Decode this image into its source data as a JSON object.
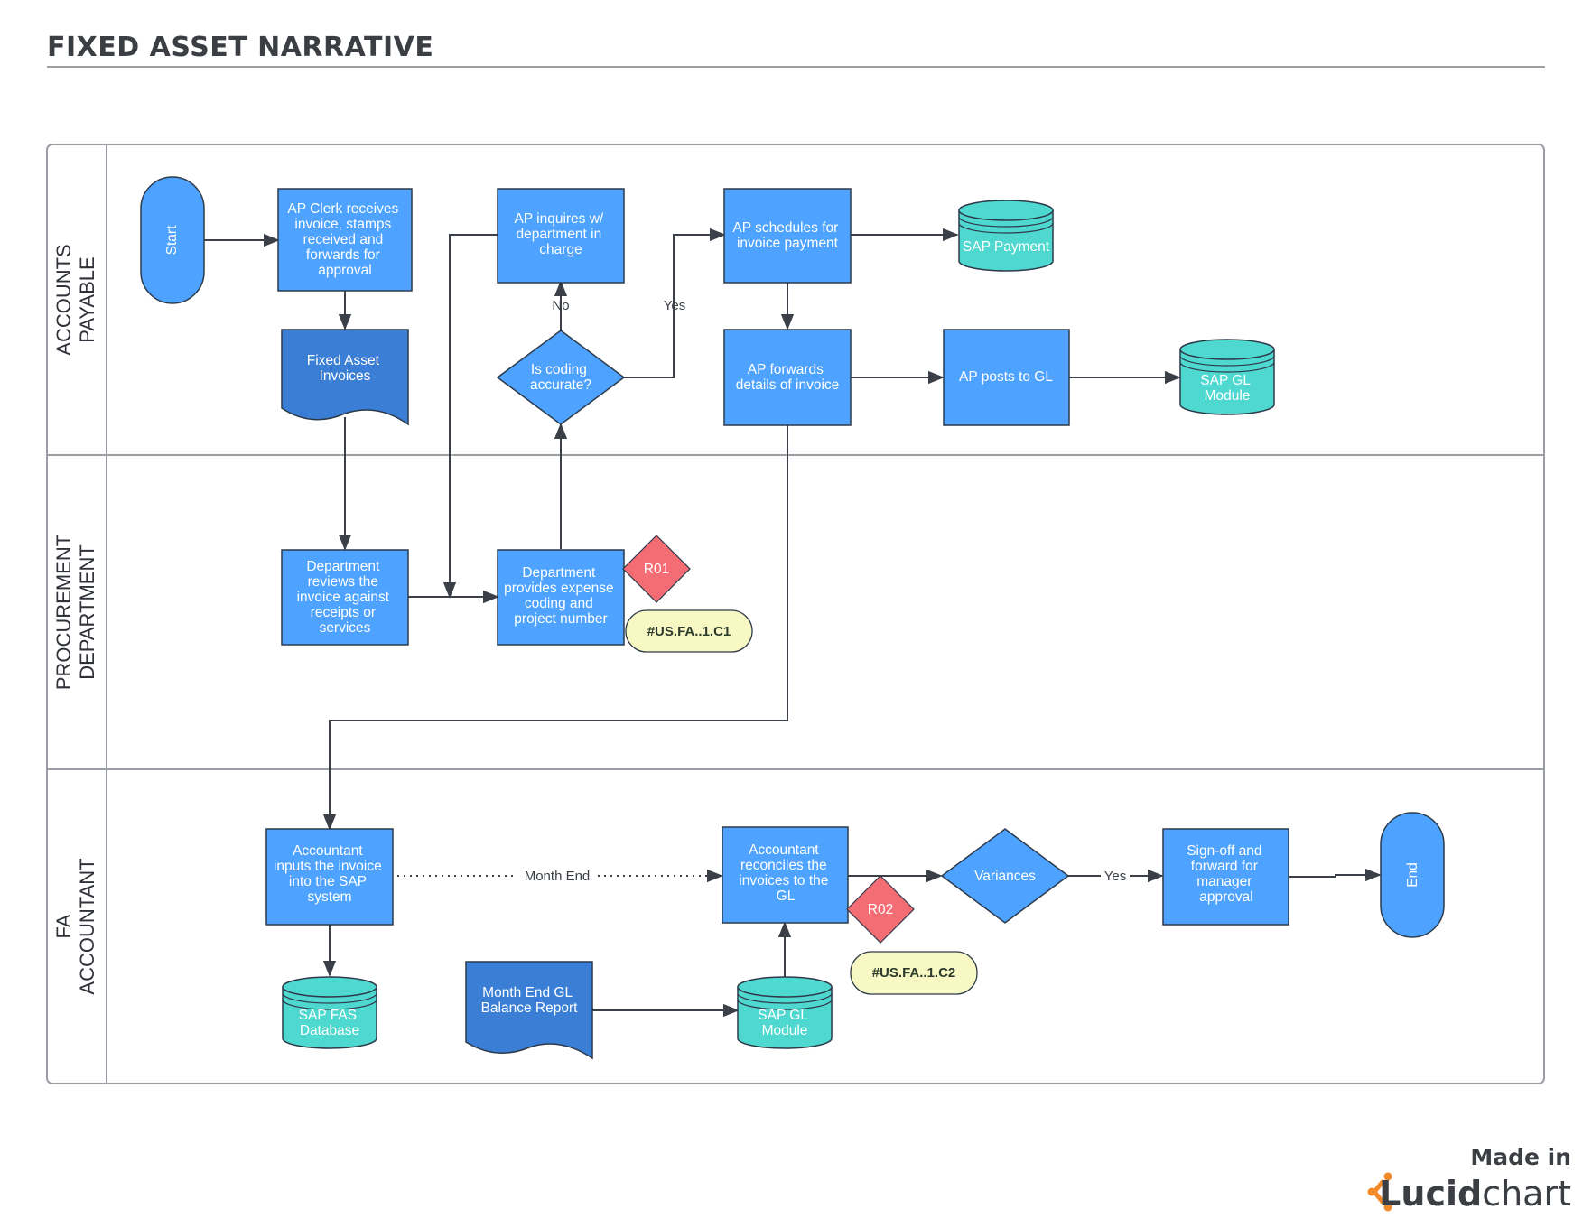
{
  "title": "FIXED ASSET NARRATIVE",
  "lanes": {
    "accounts_payable": [
      "ACCOUNTS",
      "PAYABLE"
    ],
    "procurement": [
      "PROCUREMENT",
      "DEPARTMENT"
    ],
    "fa_accountant": [
      "FA",
      "ACCOUNTANT"
    ]
  },
  "nodes": {
    "start": "Start",
    "ap_clerk": [
      "AP Clerk receives",
      "invoice, stamps",
      "received and",
      "forwards for",
      "approval"
    ],
    "fa_invoices": [
      "Fixed Asset",
      "Invoices"
    ],
    "ap_inquires": [
      "AP inquires w/",
      "department in",
      "charge"
    ],
    "is_coding": [
      "Is coding",
      "accurate?"
    ],
    "ap_schedules": [
      "AP schedules for",
      "invoice payment"
    ],
    "sap_payment": "SAP Payment",
    "ap_forwards": [
      "AP forwards",
      "details of invoice"
    ],
    "ap_posts": "AP posts to GL",
    "sap_gl_top": [
      "SAP GL",
      "Module"
    ],
    "dept_reviews": [
      "Department",
      "reviews the",
      "invoice against",
      "receipts or",
      "services"
    ],
    "dept_provides": [
      "Department",
      "provides expense",
      "coding and",
      "project number"
    ],
    "r01": "R01",
    "tag_c1": "#US.FA..1.C1",
    "acct_inputs": [
      "Accountant",
      "inputs the invoice",
      "into the SAP",
      "system"
    ],
    "sap_fas": [
      "SAP FAS",
      "Database"
    ],
    "month_end_report": [
      "Month End GL",
      "Balance Report"
    ],
    "sap_gl_bottom": [
      "SAP GL",
      "Module"
    ],
    "acct_reconciles": [
      "Accountant",
      "reconciles the",
      "invoices to the",
      "GL"
    ],
    "r02": "R02",
    "tag_c2": "#US.FA..1.C2",
    "variances": "Variances",
    "signoff": [
      "Sign-off and",
      "forward for",
      "manager",
      "approval"
    ],
    "end": "End"
  },
  "edge_labels": {
    "no": "No",
    "yes_top": "Yes",
    "month_end": "Month End",
    "yes_bottom": "Yes"
  },
  "footer": {
    "made_in": "Made in",
    "brand_bold": "Lucid",
    "brand_light": "chart"
  },
  "colors": {
    "process_fill": "#4da3ff",
    "process_stroke": "#2d3a4a",
    "document_fill": "#3a7fd5",
    "database_fill": "#4fd8d0",
    "risk_fill": "#f46d74",
    "tag_fill": "#f7f8c3",
    "lane_border": "#9a9ea4",
    "edge": "#3b4048",
    "logo_orange": "#f38a2a"
  }
}
